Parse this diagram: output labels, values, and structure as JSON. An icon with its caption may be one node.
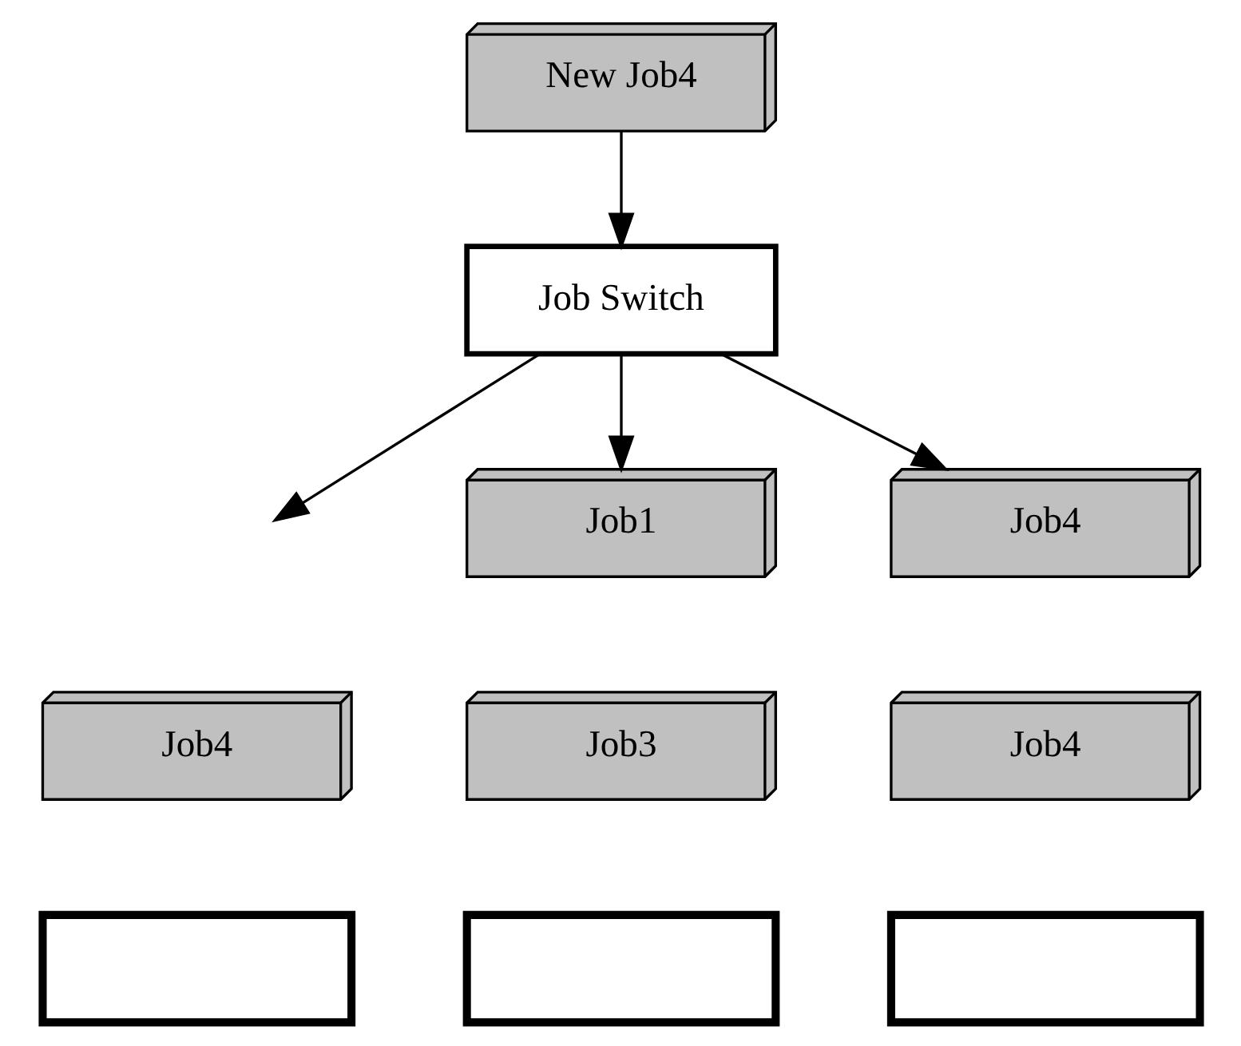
{
  "diagram": {
    "nodes": [
      {
        "text": [
          "New Job4"
        ]
      },
      {
        "text": [
          "Job Switch"
        ]
      },
      {
        "text": [
          "Job1"
        ]
      },
      {
        "text": [
          "Job4"
        ]
      },
      {
        "text": [
          "Job3"
        ]
      },
      {
        "text": [
          "Job4"
        ]
      },
      {
        "text": [
          "Job4"
        ]
      },
      {
        "text": [],
        "shape": "box"
      },
      {
        "text": [],
        "shape": "box"
      },
      {
        "text": [],
        "shape": "box"
      }
    ],
    "edges": [
      {
        "from": 0,
        "to": 1,
        "arrow": "to"
      },
      {
        "from": 1,
        "to": 2,
        "arrow": "to"
      },
      {
        "from": 1,
        "to": null,
        "arrow": "to"
      },
      {
        "from": 1,
        "to": 3,
        "arrow": "to"
      }
    ]
  }
}
